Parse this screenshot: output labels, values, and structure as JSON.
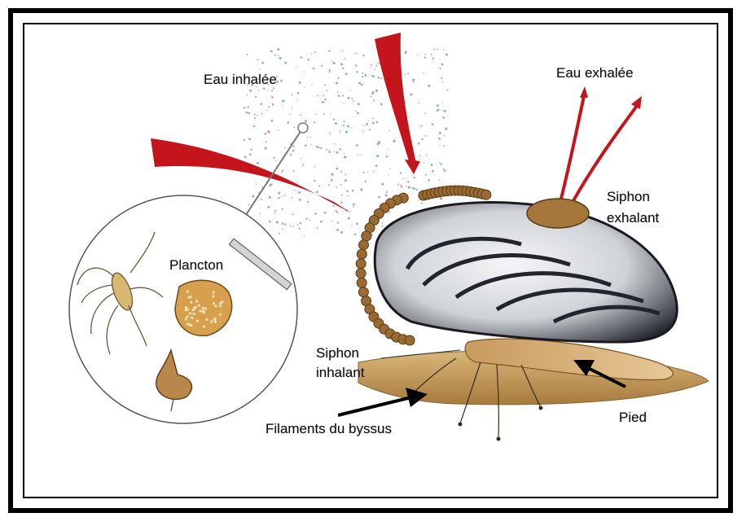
{
  "labels": {
    "eau_inhalee": "Eau inhalée",
    "eau_exhalee": "Eau exhalée",
    "plancton": "Plancton",
    "siphon_exhalant_1": "Siphon",
    "siphon_exhalant_2": "exhalant",
    "siphon_inhalant_1": "Siphon",
    "siphon_inhalant_2": "inhalant",
    "filaments": "Filaments du byssus",
    "pied": "Pied"
  },
  "colors": {
    "frame": "#000000",
    "arrow_red": "#c4141c",
    "shell_dark": "#2b2b33",
    "shell_light": "#eef0f2",
    "mantle_brown": "#8a5a2a",
    "sediment": "#c59a5a",
    "plankton_dots": "#8ab8c8"
  },
  "icons": {
    "inhaled_water_arrows": "red-curved-arrow",
    "exhaled_water_arrows": "red-thin-arrow",
    "pointer_arrows": "black-arrow"
  }
}
